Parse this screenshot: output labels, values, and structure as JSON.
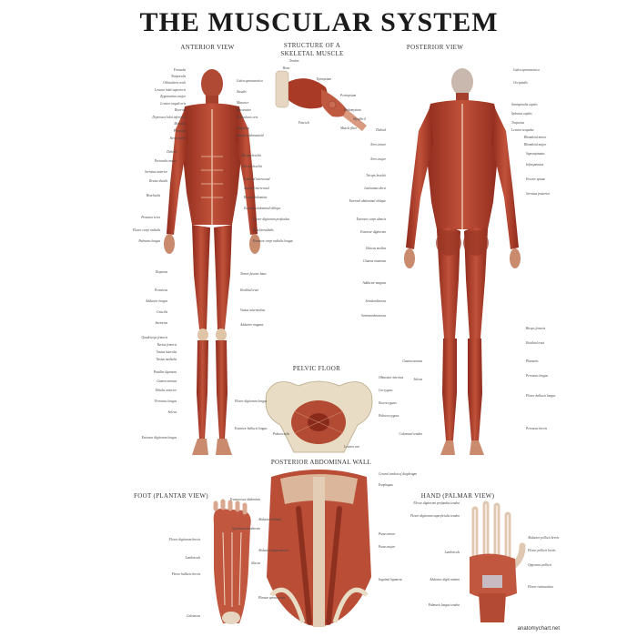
{
  "title": "THE MUSCULAR SYSTEM",
  "sections": {
    "anterior": "ANTERIOR VIEW",
    "structure_line1": "STRUCTURE OF A",
    "structure_line2": "SKELETAL MUSCLE",
    "posterior": "POSTERIOR VIEW",
    "pelvic": "PELVIC FLOOR",
    "abdominal": "POSTERIOR ABDOMINAL WALL",
    "foot": "FOOT (PLANTAR VIEW)",
    "hand": "HAND (PALMAR VIEW)"
  },
  "footer": "anatomychart.net",
  "labels": {
    "ant_left": [
      "Frontalis",
      "Temporalis",
      "Orbicularis oculi",
      "Levator labii superioris",
      "Zygomaticus major",
      "Levator anguli oris",
      "Risorius",
      "Depressor labii inferioris",
      "Mentalis",
      "Platysma",
      "Sternohyoid",
      "Deltoid",
      "Pectoralis major",
      "Serratus anterior",
      "Rectus sheath",
      "Brachialis",
      "Pronator teres",
      "Flexor carpi radialis",
      "Palmaris longus",
      "Iliopsoas",
      "Pectineus",
      "Adductor longus",
      "Gracilis",
      "Sartorius",
      "Quadriceps femoris",
      "Rectus femoris",
      "Vastus lateralis",
      "Vastus medialis",
      "Patellar ligament",
      "Gastrocnemius",
      "Tibialis anterior",
      "Peroneus longus",
      "Soleus",
      "Extensor digitorum longus"
    ],
    "ant_right": [
      "Galea aponeurotica",
      "Nasalis",
      "Masseter",
      "Buccinator",
      "Orbicularis oris",
      "Trapezius",
      "Sternocleidomastoid",
      "Biceps brachii",
      "Triceps brachii",
      "External intercostal",
      "Internal intercostal",
      "Rectus abdominis",
      "External abdominal oblique",
      "Flexor digitorum profundus",
      "Brachioradialis",
      "Extensor carpi radialis longus",
      "Tensor fasciae latae",
      "Iliotibial tract",
      "Vastus intermedius",
      "Adductor magnus",
      "Flexor digitorum longus",
      "Extensor hallucis longus"
    ],
    "post_left": [
      "Deltoid",
      "Teres minor",
      "Teres major",
      "Triceps brachii",
      "Latissimus dorsi",
      "External abdominal oblique",
      "Extensor carpi ulnaris",
      "Extensor digitorum",
      "Gluteus medius",
      "Gluteus maximus",
      "Adductor magnus",
      "Semitendinosus",
      "Semimembranosus",
      "Gastrocnemius",
      "Soleus",
      "Calcaneal tendon"
    ],
    "post_right": [
      "Galea aponeurotica",
      "Occipitalis",
      "Semispinalis capitis",
      "Splenius capitis",
      "Trapezius",
      "Levator scapulae",
      "Rhomboid minor",
      "Rhomboid major",
      "Supraspinatus",
      "Infraspinatus",
      "Erector spinae",
      "Serratus posterior",
      "Biceps femoris",
      "Iliotibial tract",
      "Plantaris",
      "Peroneus longus",
      "Flexor hallucis longus",
      "Peroneus brevis"
    ],
    "structure": [
      "Tendon",
      "Bone",
      "Epimysium",
      "Perimysium",
      "Fascicle",
      "Endomysium",
      "Myofibril",
      "Muscle fiber"
    ],
    "pelvic": [
      "Obturator internus",
      "Coccygeus",
      "Iliococcygeus",
      "Pubococcygeus",
      "Puborectalis",
      "Levator ani"
    ],
    "abdominal": [
      "Central tendon of diaphragm",
      "Esophagus",
      "Quadratus lumborum",
      "Psoas major",
      "Psoas minor",
      "Iliacus",
      "Transversus abdominis",
      "Inguinal ligament"
    ],
    "foot": [
      "Abductor hallucis",
      "Flexor digitorum brevis",
      "Abductor digiti minimi",
      "Lumbricals",
      "Flexor hallucis brevis",
      "Plantar aponeurosis",
      "Calcaneus"
    ],
    "hand": [
      "Flexor digitorum profundus tendon",
      "Flexor digitorum superficialis tendon",
      "Lumbricals",
      "Abductor pollicis brevis",
      "Flexor pollicis brevis",
      "Opponens pollicis",
      "Abductor digiti minimi",
      "Flexor retinaculum",
      "Palmaris longus tendon"
    ]
  }
}
